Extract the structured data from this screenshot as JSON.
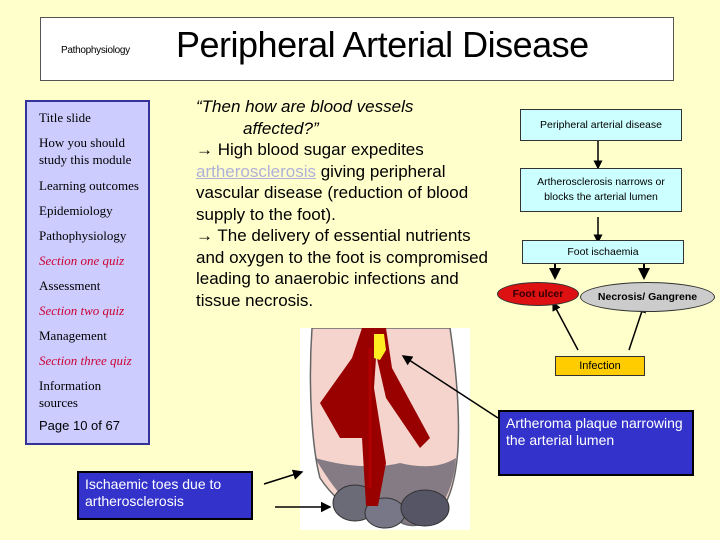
{
  "header": {
    "section_label": "Pathophysiology",
    "title": "Peripheral Arterial Disease"
  },
  "sidebar": {
    "items": [
      {
        "label": "Title slide",
        "type": "normal"
      },
      {
        "label": "How you should study this module",
        "type": "normal"
      },
      {
        "label": "Learning outcomes",
        "type": "normal"
      },
      {
        "label": "Epidemiology",
        "type": "normal"
      },
      {
        "label": "Pathophysiology",
        "type": "normal"
      },
      {
        "label": "Section one quiz",
        "type": "quiz"
      },
      {
        "label": "Assessment",
        "type": "normal"
      },
      {
        "label": "Section two quiz",
        "type": "quiz"
      },
      {
        "label": "Management",
        "type": "normal"
      },
      {
        "label": "Section three quiz",
        "type": "quiz"
      },
      {
        "label": "Information sources",
        "type": "normal"
      }
    ],
    "page_indicator": "Page 10 of 67"
  },
  "main": {
    "question_line1": "“Then how are blood vessels",
    "question_line2": "affected?”",
    "bullet1_prefix": "→ High blood sugar expedites",
    "bullet1_link": "artherosclerosis",
    "bullet1_rest": " giving peripheral vascular disease (reduction of blood supply to the foot).",
    "bullet2": "→ The delivery of essential nutrients and oxygen to the foot is compromised leading to anaerobic infections and tissue necrosis."
  },
  "flowchart": {
    "node1": "Peripheral arterial disease",
    "node2": "Artherosclerosis narrows or blocks the arterial lumen",
    "node3": "Foot ischaemia",
    "node4": "Foot ulcer",
    "node5": "Necrosis/ Gangrene",
    "node6": "Infection",
    "colors": {
      "box": "#ccffff",
      "ulcer": "#dd1111",
      "necrosis": "#cccccc",
      "infection": "#ffcc00"
    }
  },
  "callouts": {
    "plaque": "Artheroma plaque narrowing the arterial lumen",
    "toes": "Ischaemic toes due to artherosclerosis"
  },
  "image": {
    "alt": "foot-illustration-ischaemic-toes"
  }
}
